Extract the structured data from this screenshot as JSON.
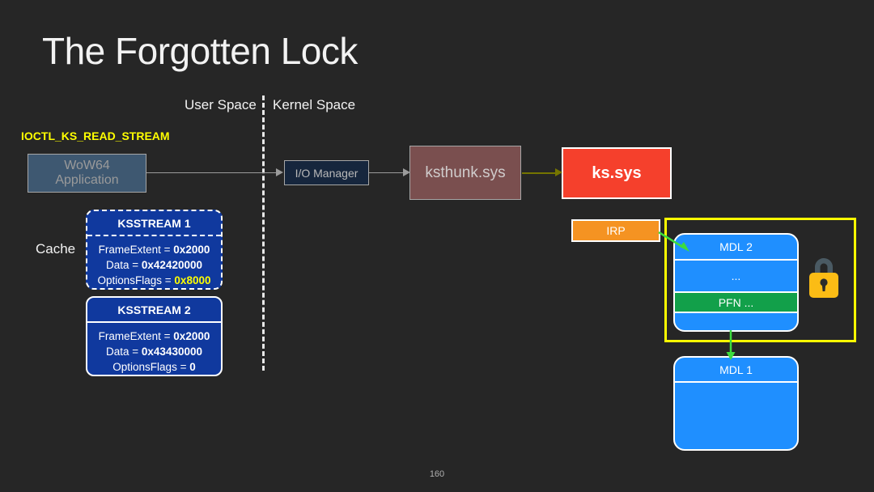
{
  "slide": {
    "title": "The Forgotten Lock",
    "page_number": "160",
    "background_color": "#262626"
  },
  "labels": {
    "user_space": "User Space",
    "kernel_space": "Kernel Space",
    "ioctl": "IOCTL_KS_READ_STREAM",
    "cache": "Cache"
  },
  "boxes": {
    "wow64": {
      "line1": "WoW64",
      "line2": "Application",
      "color": "#3e5871"
    },
    "io_manager": {
      "label": "I/O Manager",
      "color": "#16263d"
    },
    "ksthunk": {
      "label": "ksthunk.sys",
      "color": "#7a4f4f"
    },
    "kssys": {
      "label": "ks.sys",
      "color": "#f5402c"
    },
    "irp": {
      "label": "IRP",
      "color": "#f59322"
    }
  },
  "ksstream1": {
    "title": "KSSTREAM 1",
    "frame_extent_key": "FrameExtent = ",
    "frame_extent_value": "0x2000",
    "data_key": "Data = ",
    "data_value": "0x42420000",
    "options_key": "OptionsFlags = ",
    "options_value": "0x8000",
    "options_highlight_color": "#ffff00",
    "border_style": "dashed"
  },
  "ksstream2": {
    "title": "KSSTREAM 2",
    "frame_extent_key": "FrameExtent = ",
    "frame_extent_value": "0x2000",
    "data_key": "Data = ",
    "data_value": "0x43430000",
    "options_key": "OptionsFlags = ",
    "options_value": "0",
    "border_style": "solid"
  },
  "mdl2": {
    "title": "MDL 2",
    "row_ellipsis": "...",
    "row_pfn": "PFN ...",
    "row_empty": "",
    "color": "#1f8fff",
    "pfn_color": "#12a04a"
  },
  "mdl1": {
    "title": "MDL 1",
    "row_empty": "",
    "color": "#1f8fff"
  },
  "icons": {
    "lock": "lock-icon",
    "lock_body_color": "#fbbc15",
    "lock_shackle_color": "#4a5a63"
  },
  "highlight_frame": {
    "color": "#ffff00"
  },
  "arrows": {
    "gray_color": "#9b9b9b",
    "olive_color": "#757500",
    "green_color": "#3ddc3d"
  }
}
